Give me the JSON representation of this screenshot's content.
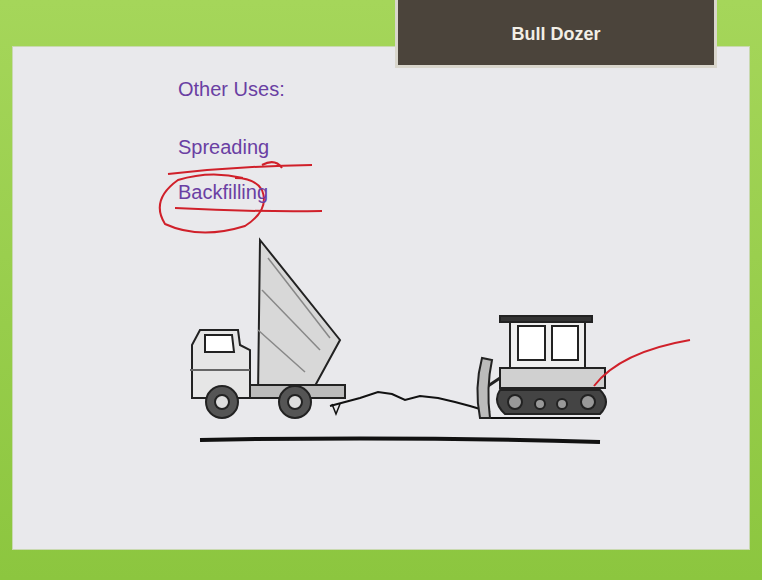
{
  "diagram": {
    "title": "Bull Dozer",
    "labels": [
      "Other Uses:",
      "Spreading",
      "Backfilling"
    ]
  }
}
